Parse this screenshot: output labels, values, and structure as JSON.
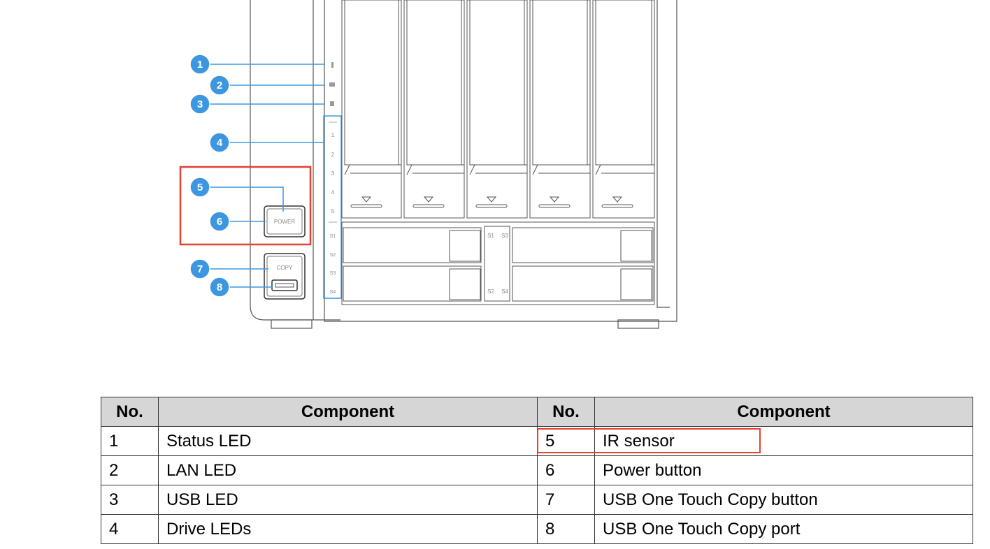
{
  "diagram": {
    "callouts": [
      "1",
      "2",
      "3",
      "4",
      "5",
      "6",
      "7",
      "8"
    ],
    "drive_led_labels": [
      "1",
      "2",
      "3",
      "4",
      "5",
      "S1",
      "S2",
      "S3",
      "S4"
    ],
    "power_label": "POWER",
    "copy_label": "COPY",
    "ssd_labels": [
      "S1",
      "S3",
      "S2",
      "S4"
    ],
    "highlight_color": "#e2412f",
    "callout_color": "#3d97e0"
  },
  "table": {
    "headers": [
      "No.",
      "Component",
      "No.",
      "Component"
    ],
    "rows": [
      [
        "1",
        "Status LED",
        "5",
        "IR sensor"
      ],
      [
        "2",
        "LAN LED",
        "6",
        "Power button"
      ],
      [
        "3",
        "USB LED",
        "7",
        "USB One Touch Copy button"
      ],
      [
        "4",
        "Drive LEDs",
        "8",
        "USB One Touch Copy port"
      ]
    ]
  }
}
